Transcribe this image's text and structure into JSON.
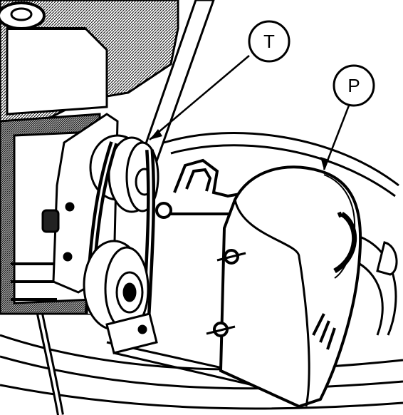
{
  "figure": {
    "callouts": [
      {
        "id": "T",
        "label": "T"
      },
      {
        "id": "P",
        "label": "P"
      }
    ]
  }
}
